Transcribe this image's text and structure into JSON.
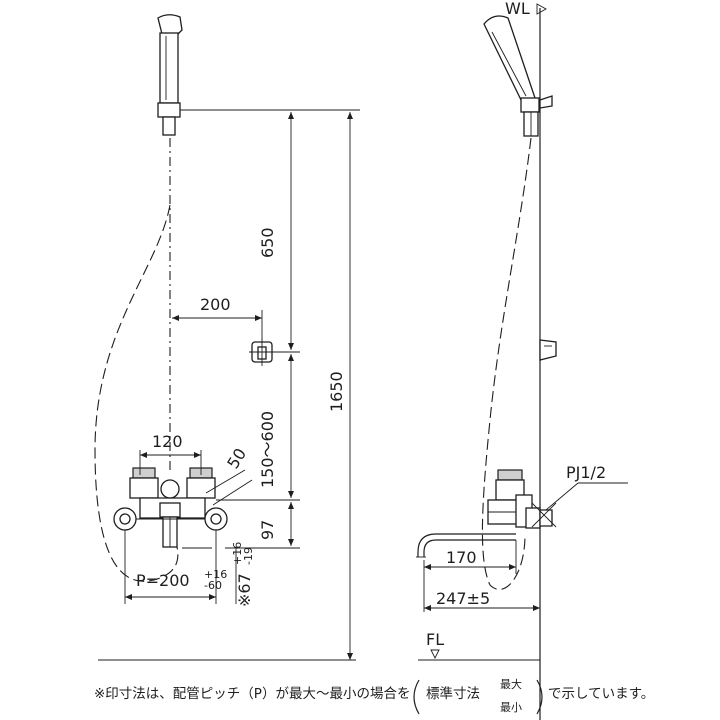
{
  "front_view": {
    "dim_120": "120",
    "dim_200": "200",
    "dim_50": "50",
    "dim_650": "650",
    "dim_150_600": "150～600",
    "dim_97": "97",
    "dim_1650": "1650",
    "dim_pitch": "P=200",
    "dim_pitch_tol_upper": "+16",
    "dim_pitch_tol_lower": "-60",
    "dim_67": "※67",
    "dim_67_tol_upper": "+16",
    "dim_67_tol_lower": "-19"
  },
  "side_view": {
    "wl": "WL",
    "pipe_joint": "PJ1/2",
    "dim_170": "170",
    "dim_247": "247±5",
    "fl": "FL"
  },
  "footnote": {
    "text_before": "※印寸法は、配管ピッチ（P）が最大～最小の場合を",
    "standard": "標準寸法",
    "max": "最大",
    "min": "最小",
    "text_after": "で示しています。"
  }
}
